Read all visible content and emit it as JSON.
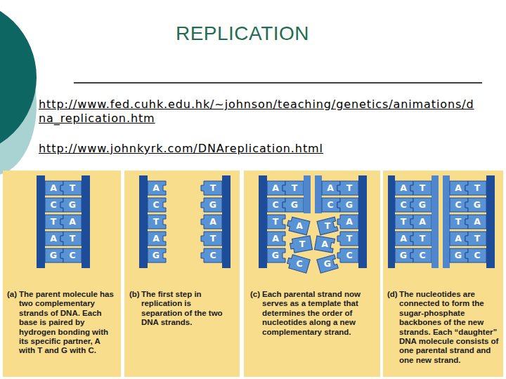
{
  "diagram": {
    "title": "REPLICATION",
    "nodes": [
      {
        "text": [
          "(a)",
          "The parent molecule has two complementary strands of DNA. Each base is paired by hydrogen bonding with its specific partner, A with T and G with C."
        ]
      },
      {
        "text": [
          "(b)",
          "The first step in replication is separation of the two DNA strands."
        ]
      },
      {
        "text": [
          "(c)",
          "Each parental strand now serves as a template that determines the order of nucleotides along a new complementary strand."
        ]
      },
      {
        "text": [
          "(d)",
          "The nucleotides are connected to form the sugar-phosphate backbones of the new strands. Each “daughter” DNA molecule consists of one parental strand and one new strand."
        ]
      }
    ],
    "labels": [
      "http://www.fed.cuhk.edu.hk/~johnson/teaching/genetics/animations/dna_replication.htm",
      "http://www.johnkyrk.com/DNAreplication.html",
      "A",
      "T",
      "C",
      "G",
      "T",
      "A",
      "A",
      "T",
      "G",
      "C",
      "A",
      "T",
      "C",
      "G",
      "T",
      "A",
      "A",
      "T",
      "G",
      "C",
      "A",
      "T",
      "A",
      "T",
      "C",
      "G",
      "C",
      "G",
      "T",
      "A",
      "T",
      "A",
      "A",
      "T",
      "A",
      "T",
      "G",
      "C",
      "G",
      "C",
      "A",
      "T",
      "A",
      "T",
      "C",
      "G",
      "C",
      "G",
      "T",
      "A",
      "T",
      "A",
      "A",
      "T",
      "A",
      "T",
      "G",
      "C",
      "G",
      "C"
    ]
  }
}
